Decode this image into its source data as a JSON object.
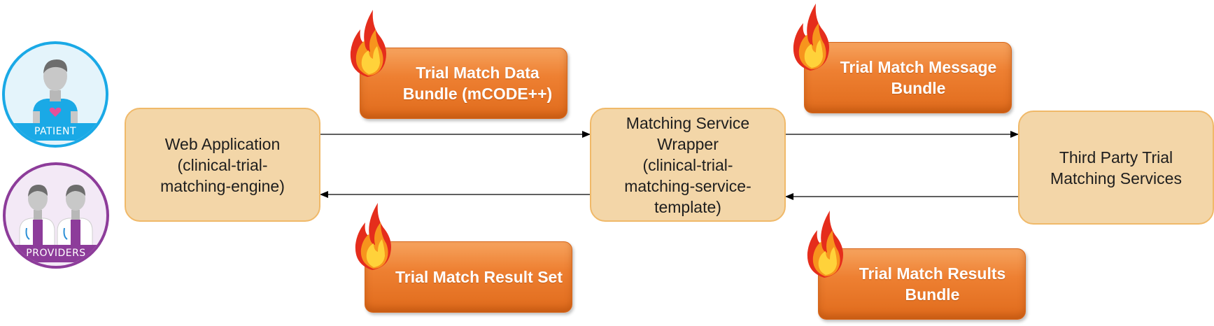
{
  "actors": {
    "patient": {
      "label": "PATIENT",
      "color": "#1aa9e6",
      "icon": "patient-avatar-icon"
    },
    "providers": {
      "label": "PROVIDERS",
      "color": "#8d3c9a",
      "icon": "providers-avatar-icon"
    }
  },
  "nodes": {
    "web_app": "Web Application\n(clinical-trial-\nmatching-engine)",
    "matching_wrapper": "Matching Service\nWrapper\n(clinical-trial-\nmatching-service-\ntemplate)",
    "third_party": "Third Party Trial\nMatching Services"
  },
  "bundles": {
    "data_bundle": "Trial Match Data\nBundle (mCODE++)",
    "result_set": "Trial Match Result Set",
    "message_bundle": "Trial Match Message\nBundle",
    "results_bundle": "Trial Match Results\nBundle"
  },
  "edges": [
    {
      "from": "web_app",
      "to": "matching_wrapper",
      "label": "Trial Match Data Bundle (mCODE++)"
    },
    {
      "from": "matching_wrapper",
      "to": "web_app",
      "label": "Trial Match Result Set"
    },
    {
      "from": "matching_wrapper",
      "to": "third_party",
      "label": "Trial Match Message Bundle"
    },
    {
      "from": "third_party",
      "to": "matching_wrapper",
      "label": "Trial Match Results Bundle"
    }
  ],
  "colors": {
    "process_fill": "#f3d6a8",
    "process_border": "#f0b969",
    "bundle_fill": "#ee8032",
    "arrow": "#000000"
  }
}
